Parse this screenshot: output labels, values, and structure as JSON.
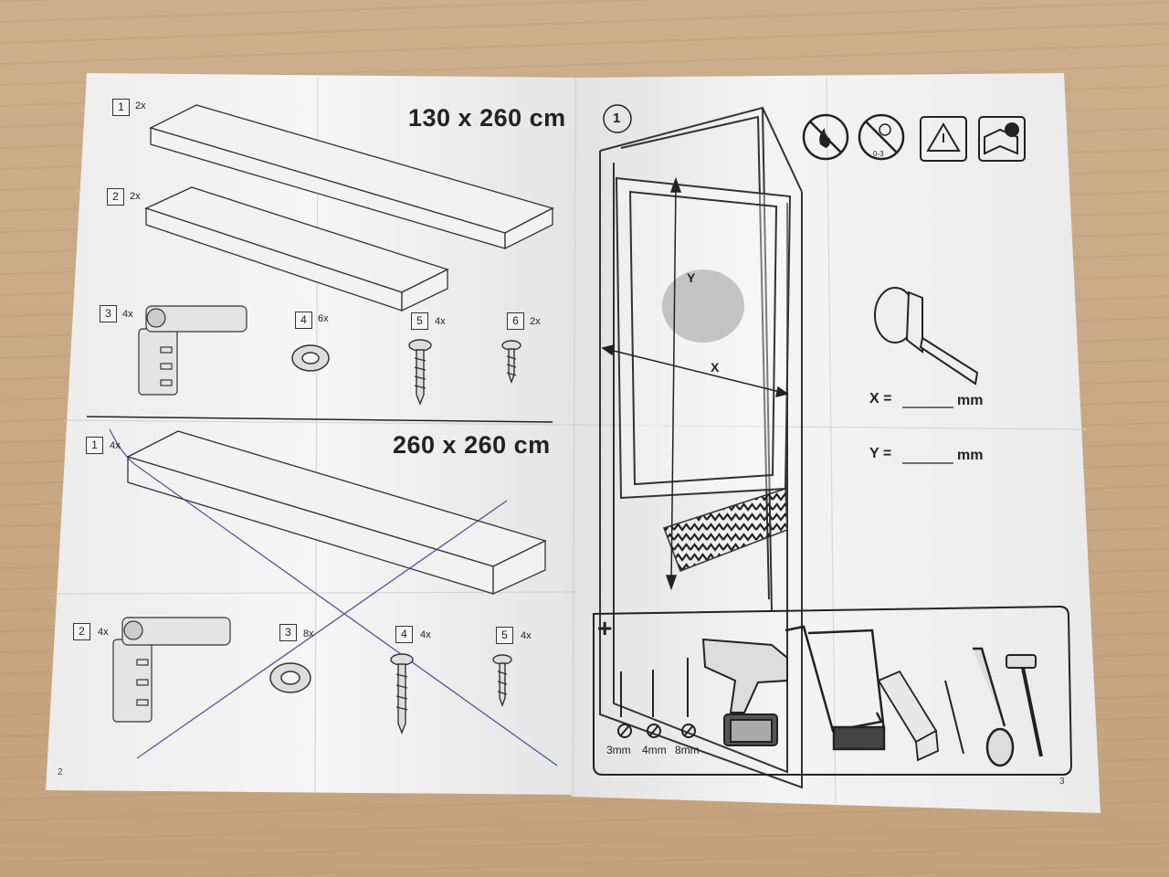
{
  "left_page": {
    "size_a": "130 x 260 cm",
    "size_b": "260 x 260 cm",
    "page_number": "2",
    "parts_a": [
      {
        "num": "1",
        "qty": "2x"
      },
      {
        "num": "2",
        "qty": "2x"
      },
      {
        "num": "3",
        "qty": "4x"
      },
      {
        "num": "4",
        "qty": "6x"
      },
      {
        "num": "5",
        "qty": "4x"
      },
      {
        "num": "6",
        "qty": "2x"
      }
    ],
    "parts_b": [
      {
        "num": "1",
        "qty": "4x"
      },
      {
        "num": "2",
        "qty": "4x"
      },
      {
        "num": "3",
        "qty": "8x"
      },
      {
        "num": "4",
        "qty": "4x"
      },
      {
        "num": "5",
        "qty": "4x"
      }
    ]
  },
  "right_page": {
    "step": "1",
    "page_number": "3",
    "axis_y": "Y",
    "axis_x": "X",
    "measure_x": {
      "label": "X =",
      "unit": "mm"
    },
    "measure_y": {
      "label": "Y =",
      "unit": "mm"
    },
    "age_icon_text": "0-3",
    "tools_plus": "+",
    "drill_bits": [
      "3mm",
      "4mm",
      "8mm"
    ],
    "warning_icons": [
      "no-fire-icon",
      "no-children-icon",
      "warning-read-icon",
      "read-manual-icon"
    ]
  }
}
